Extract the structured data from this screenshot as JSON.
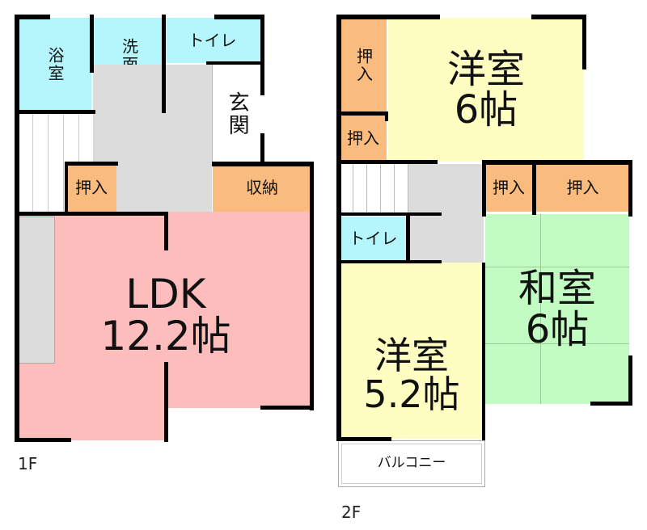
{
  "floor1": {
    "label": "1F",
    "rooms": {
      "bath": "浴室",
      "washroom": "洗面所",
      "toilet": "トイレ",
      "entrance": "玄関",
      "closet": "押入",
      "storage": "収納",
      "ldk_name": "LDK",
      "ldk_size": "12.2帖"
    }
  },
  "floor2": {
    "label": "2F",
    "rooms": {
      "closet": "押入",
      "western1_name": "洋室",
      "western1_size": "6帖",
      "toilet": "トイレ",
      "japanese_name": "和室",
      "japanese_size": "6帖",
      "western2_name": "洋室",
      "western2_size": "5.2帖",
      "balcony": "バルコニー"
    }
  },
  "colors": {
    "wet_area": "#b4f6fb",
    "storage": "#f9bb7e",
    "hall": "#dcdcdc",
    "ldk": "#fdbdbd",
    "western": "#fefec2",
    "japanese": "#c2fcc2"
  }
}
